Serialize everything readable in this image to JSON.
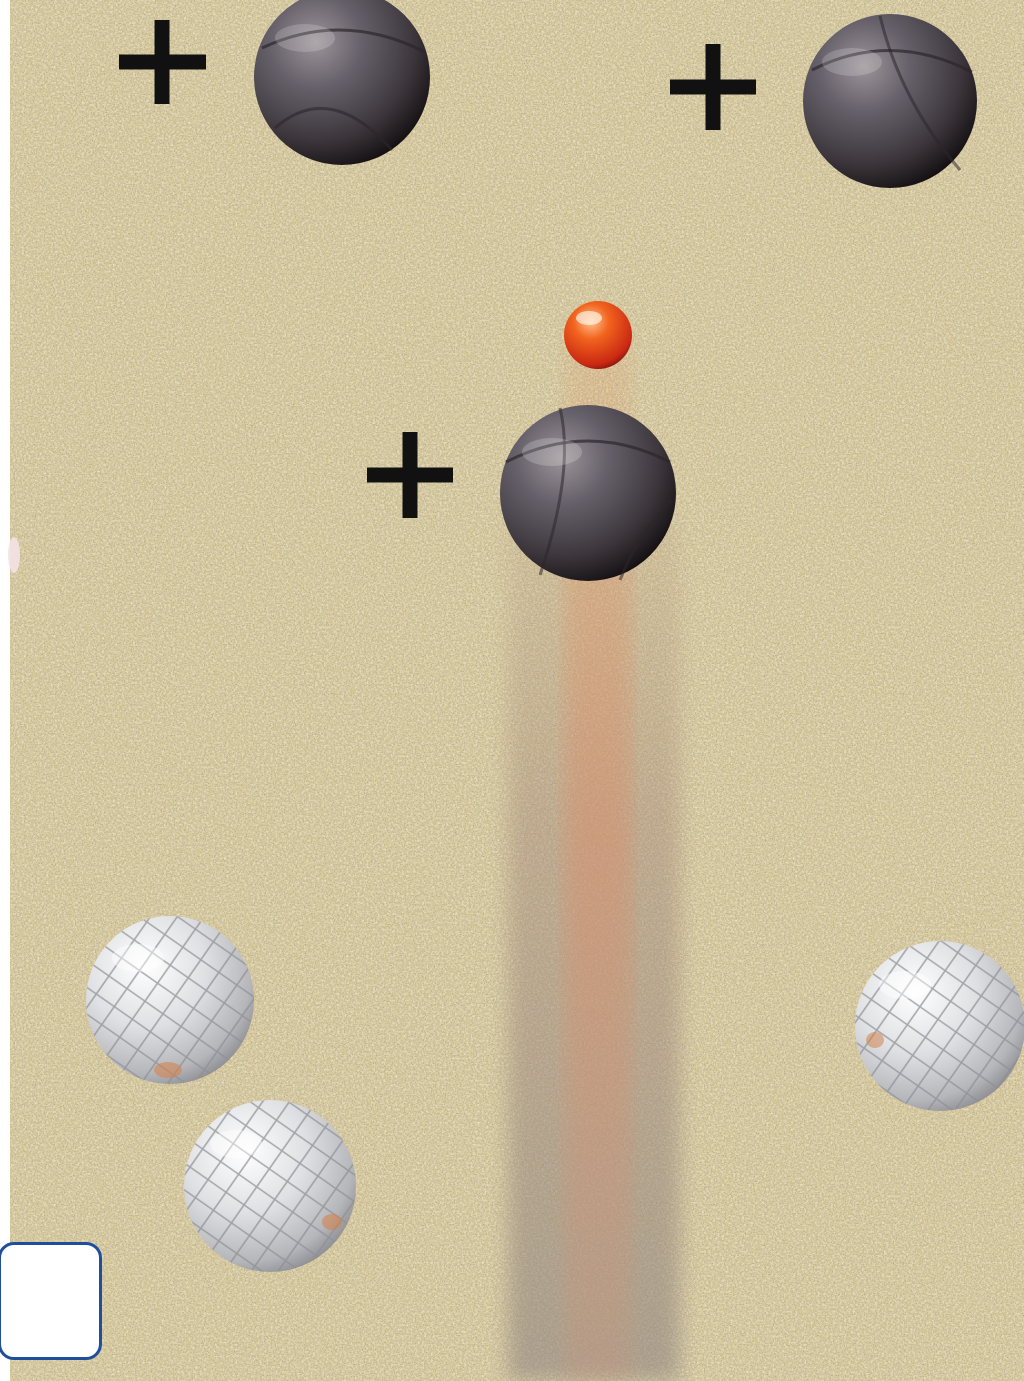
{
  "game": {
    "name": "petanque",
    "court_surface": "gravel",
    "scoreboard": {
      "value": ""
    },
    "markers": [
      {
        "symbol": "+",
        "icon": "plus-icon"
      },
      {
        "symbol": "+",
        "icon": "plus-icon"
      },
      {
        "symbol": "+",
        "icon": "plus-icon"
      }
    ],
    "balls": {
      "jack": {
        "color": "orange-red",
        "icon": "jack-ball-icon"
      },
      "dark_team": {
        "count": 3,
        "color": "dark-gray",
        "icon": "dark-boule-icon"
      },
      "silver_team": {
        "count": 3,
        "color": "silver",
        "icon": "silver-boule-icon"
      }
    }
  },
  "colors": {
    "court": "#d9ca9b",
    "marker": "#111111",
    "score_border": "#1f4f9c",
    "jack": "#e0481c",
    "dark_boule": "#4f4a4e",
    "silver_boule": "#d8d9dc"
  }
}
